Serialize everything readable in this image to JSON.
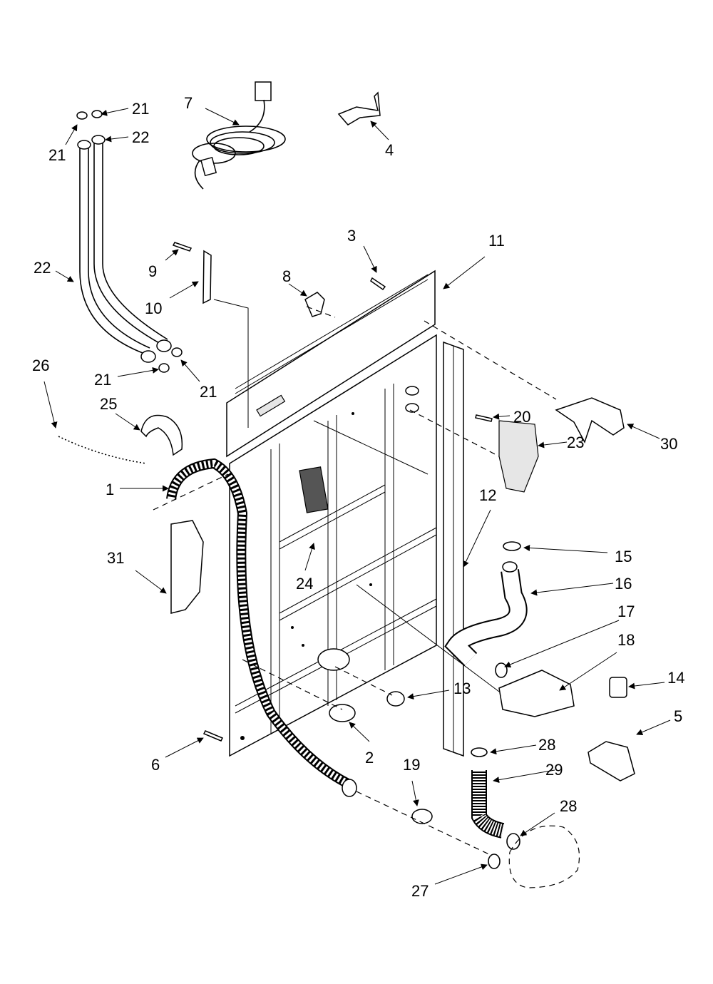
{
  "callouts": [
    "21",
    "21",
    "22",
    "22",
    "21",
    "21",
    "7",
    "4",
    "3",
    "11",
    "9",
    "10",
    "8",
    "26",
    "25",
    "1",
    "31",
    "24",
    "20",
    "23",
    "30",
    "12",
    "15",
    "16",
    "17",
    "18",
    "14",
    "5",
    "13",
    "2",
    "6",
    "19",
    "28",
    "29",
    "28",
    "27"
  ]
}
